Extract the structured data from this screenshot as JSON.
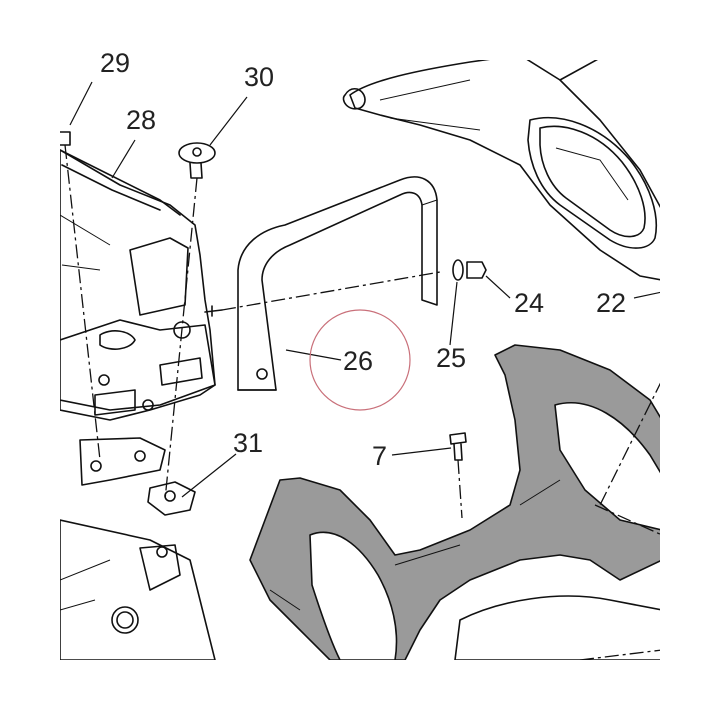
{
  "callouts": {
    "c29": "29",
    "c30": "30",
    "c28": "28",
    "c24": "24",
    "c22": "22",
    "c26": "26",
    "c25": "25",
    "c7": "7",
    "c31": "31"
  },
  "colors": {
    "line": "#111111",
    "panel_fill": "#9a9a9a",
    "highlight_circle": "#c9707a"
  }
}
